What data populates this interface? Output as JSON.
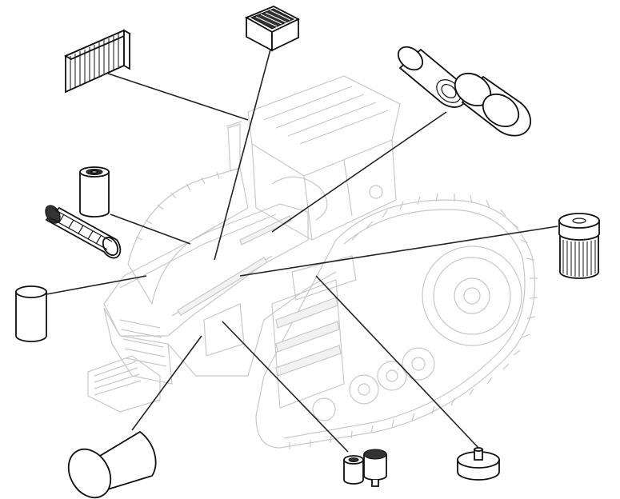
{
  "diagram": {
    "subject": "tracked-tractor",
    "parts": [
      {
        "id": "cab-panel-air-filter",
        "icon": "panel-filter-icon"
      },
      {
        "id": "cab-box-air-filter",
        "icon": "box-filter-icon"
      },
      {
        "id": "primary-air-filter",
        "icon": "cylinder-filter-icon"
      },
      {
        "id": "secondary-air-filter",
        "icon": "cylinder-filter-icon"
      },
      {
        "id": "spin-on-oil-filter",
        "icon": "spin-on-filter-icon"
      },
      {
        "id": "cage-element-filter",
        "icon": "cage-filter-icon"
      },
      {
        "id": "hydraulic-filter-canister",
        "icon": "canister-filter-icon"
      },
      {
        "id": "transmission-filter-cartridge",
        "icon": "cartridge-filter-icon"
      },
      {
        "id": "engine-air-filter-large",
        "icon": "large-cylinder-icon"
      },
      {
        "id": "fuel-filter-pair",
        "icon": "fuel-filter-icon"
      },
      {
        "id": "breather-filter",
        "icon": "breather-filter-icon"
      }
    ],
    "colors": {
      "outline": "#111111",
      "ghost": "#c8c8c8",
      "leader": "#222222"
    }
  }
}
